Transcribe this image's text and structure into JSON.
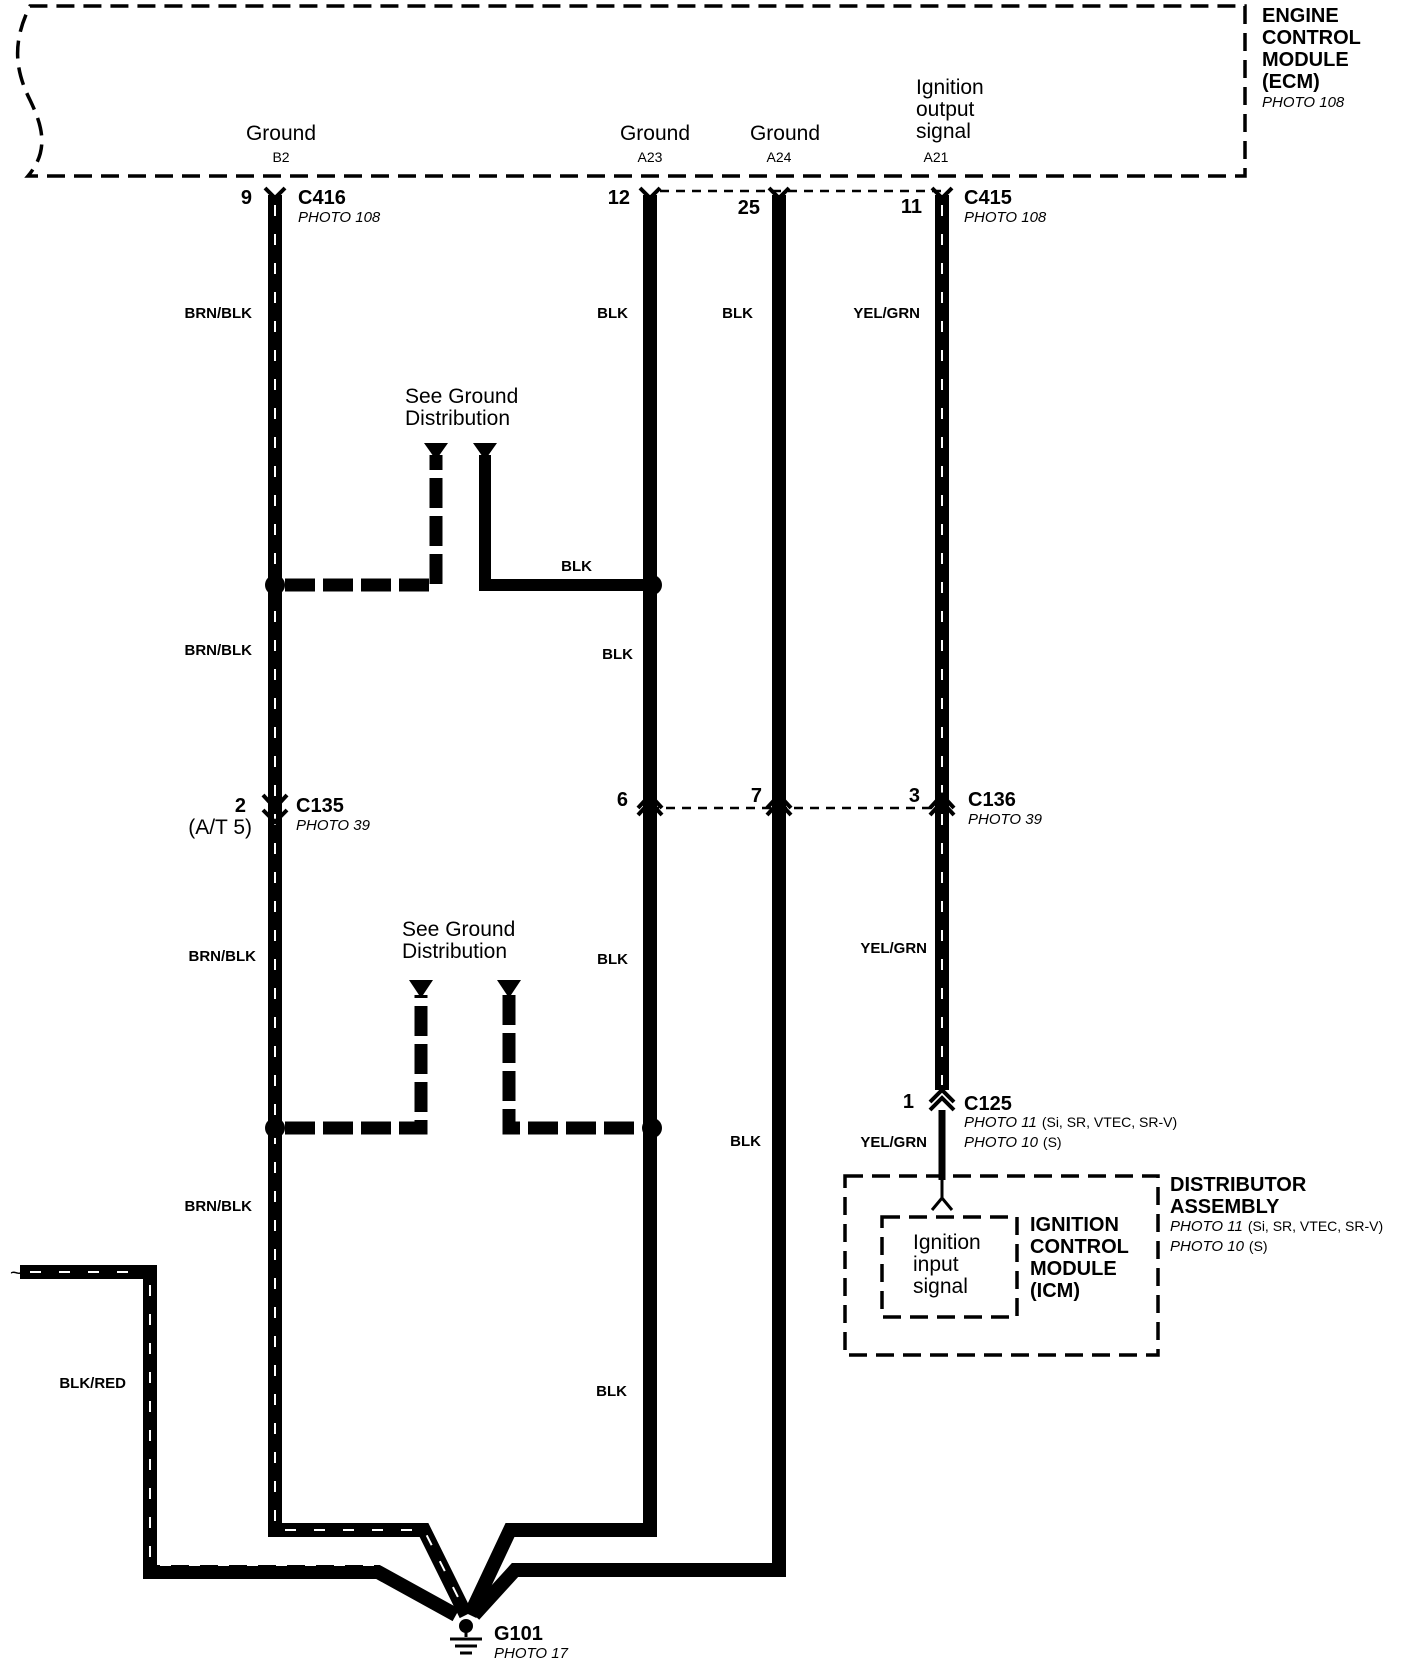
{
  "ecm": {
    "title_lines": [
      "ENGINE",
      "CONTROL",
      "MODULE",
      "(ECM)"
    ],
    "photo": "PHOTO 108",
    "terminals": [
      {
        "name": "Ground",
        "pin": "B2"
      },
      {
        "name": "Ground",
        "pin": "A23"
      },
      {
        "name": "Ground",
        "pin": "A24"
      },
      {
        "name_lines": [
          "Ignition",
          "output",
          "signal"
        ],
        "pin": "A21"
      }
    ]
  },
  "connectors": {
    "c416": {
      "id": "C416",
      "photo": "PHOTO 108",
      "pin": "9"
    },
    "c415": {
      "id": "C415",
      "photo": "PHOTO 108",
      "pins": [
        "12",
        "25",
        "11"
      ]
    },
    "c135": {
      "id": "C135",
      "photo": "PHOTO 39",
      "pin": "2",
      "pin_note": "(A/T 5)"
    },
    "c136": {
      "id": "C136",
      "photo": "PHOTO 39",
      "pins": [
        "6",
        "7",
        "3"
      ]
    },
    "c125": {
      "id": "C125",
      "pin": "1",
      "photo_lines": [
        {
          "photo": "PHOTO 11",
          "note": "(Si, SR, VTEC, SR-V)"
        },
        {
          "photo": "PHOTO 10",
          "note": "(S)"
        }
      ]
    }
  },
  "wire_colors": {
    "brn_blk": "BRN/BLK",
    "blk": "BLK",
    "yel_grn": "YEL/GRN",
    "blk_red": "BLK/RED"
  },
  "ground_refs": [
    {
      "lines": [
        "See Ground",
        "Distribution"
      ]
    },
    {
      "lines": [
        "See Ground",
        "Distribution"
      ]
    }
  ],
  "distributor": {
    "title_lines": [
      "DISTRIBUTOR",
      "ASSEMBLY"
    ],
    "photo_lines": [
      {
        "photo": "PHOTO 11",
        "note": "(Si, SR, VTEC, SR-V)"
      },
      {
        "photo": "PHOTO 10",
        "note": "(S)"
      }
    ],
    "icm_title_lines": [
      "IGNITION",
      "CONTROL",
      "MODULE",
      "(ICM)"
    ],
    "icm_input_lines": [
      "Ignition",
      "input",
      "signal"
    ]
  },
  "ground": {
    "id": "G101",
    "photo": "PHOTO 17"
  }
}
